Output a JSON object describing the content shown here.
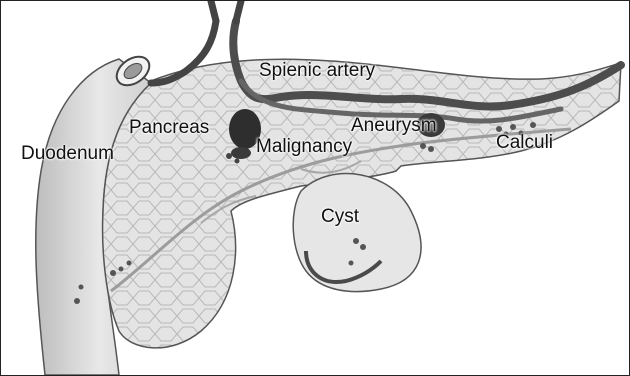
{
  "labels": {
    "splenic_artery": "Spienic artery",
    "pancreas": "Pancreas",
    "duodenum": "Duodenum",
    "malignancy": "Malignancy",
    "aneurysm": "Aneurysm",
    "calculi": "Calculi",
    "cyst": "Cyst"
  },
  "colors": {
    "tissue": "#e2e2e2",
    "tissue_outline": "#555555",
    "artery": "#5a5a5a",
    "artery_dark": "#333333",
    "lesion": "#2e2e2e"
  }
}
